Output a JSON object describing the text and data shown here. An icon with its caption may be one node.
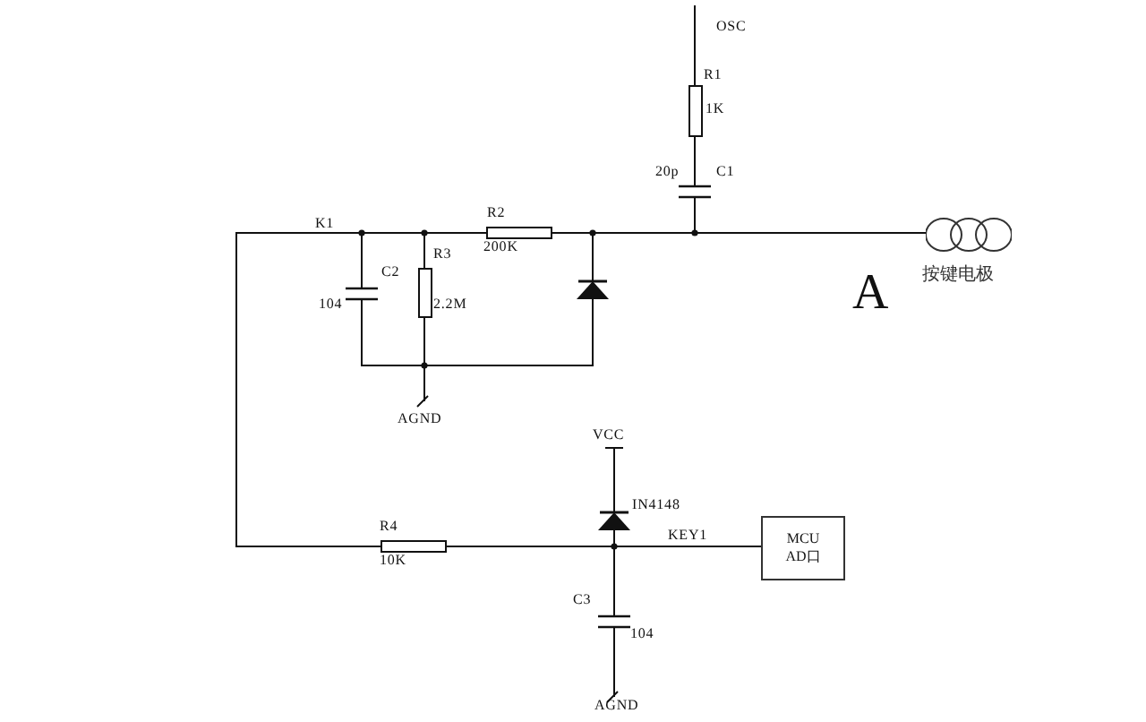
{
  "diagram": {
    "nodes": [
      {
        "text": [
          "MCU",
          "AD口"
        ]
      },
      {
        "text": [],
        "shape": "coil",
        "beside": [
          "按键电极"
        ]
      }
    ],
    "edges": [
      {
        "from": null,
        "to": 1,
        "arrow": "other"
      },
      {
        "from": null,
        "to": 0,
        "arrow": "other",
        "label": "KEY1"
      }
    ],
    "labels": [
      "OSC",
      "R1",
      "1K",
      "20p",
      "C1",
      "K1",
      "R2",
      "200K",
      "C2",
      "104",
      "R3",
      "2.2M",
      "AGND",
      "A",
      "VCC",
      "IN4148",
      "R4",
      "10K",
      "C3",
      "104",
      "AGND"
    ]
  }
}
